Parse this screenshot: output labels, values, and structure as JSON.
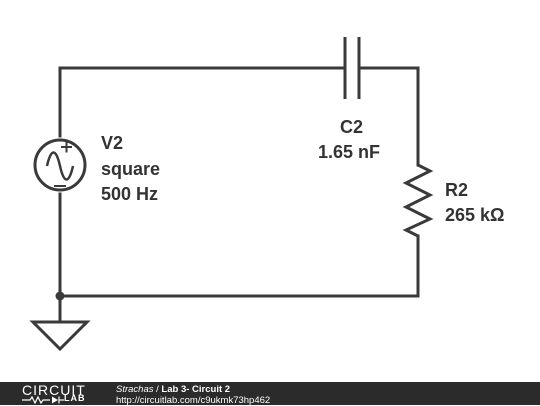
{
  "components": {
    "source": {
      "name": "V2",
      "type": "square",
      "frequency": "500 Hz"
    },
    "capacitor": {
      "name": "C2",
      "value": "1.65 nF"
    },
    "resistor": {
      "name": "R2",
      "value": "265 kΩ"
    }
  },
  "footer": {
    "logo_top": "CIRCUIT",
    "logo_bottom": "LAB",
    "author": "Strachas",
    "separator": " / ",
    "title": "Lab 3- Circuit 2",
    "url": "http://circuitlab.com/c9ukmk73hp462"
  },
  "colors": {
    "wire": "#3a3a3a",
    "label": "#333333",
    "footer_bg": "#2b2b2b"
  }
}
